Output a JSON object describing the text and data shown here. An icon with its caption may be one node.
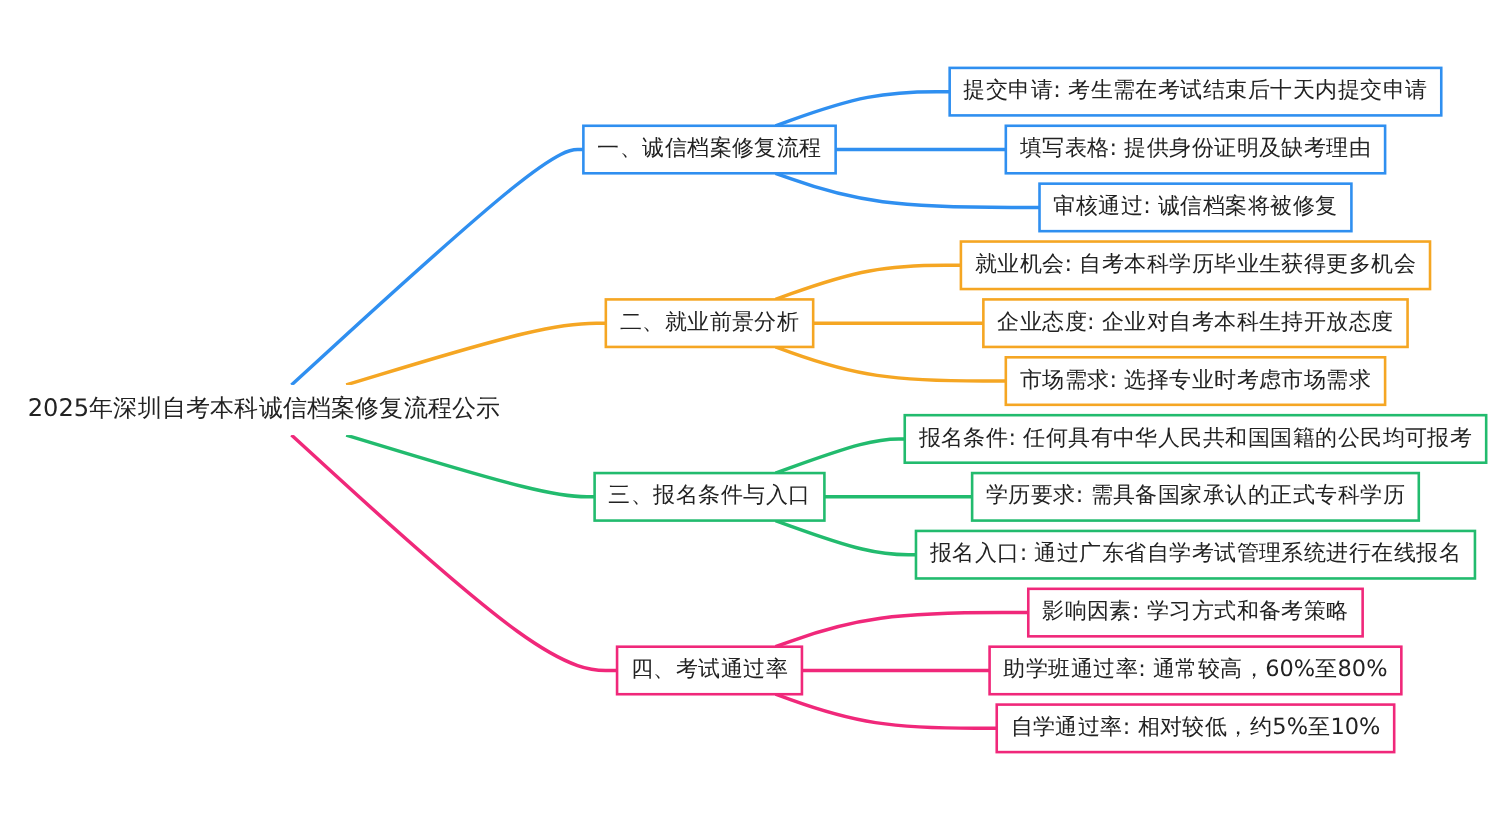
{
  "diagram": {
    "nodes": [
      {
        "text": [
          "2025年深圳自考本科诚信档案修复流程公示"
        ]
      },
      {
        "text": [
          "一、诚信档案修复流程"
        ]
      },
      {
        "text": [
          "提交申请: 考生需在考试结束后十天内提交申请"
        ]
      },
      {
        "text": [
          "填写表格: 提供身份证明及缺考理由"
        ]
      },
      {
        "text": [
          "审核通过: 诚信档案将被修复"
        ]
      },
      {
        "text": [
          "二、就业前景分析"
        ]
      },
      {
        "text": [
          "就业机会: 自考本科学历毕业生获得更多机会"
        ]
      },
      {
        "text": [
          "企业态度: 企业对自考本科生持开放态度"
        ]
      },
      {
        "text": [
          "市场需求: 选择专业时考虑市场需求"
        ]
      },
      {
        "text": [
          "三、报名条件与入口"
        ]
      },
      {
        "text": [
          "报名条件: 任何具有中华人民共和国国籍的公民均可报考"
        ]
      },
      {
        "text": [
          "学历要求: 需具备国家承认的正式专科学历"
        ]
      },
      {
        "text": [
          "报名入口: 通过广东省自学考试管理系统进行在线报名"
        ]
      },
      {
        "text": [
          "四、考试通过率"
        ]
      },
      {
        "text": [
          "影响因素: 学习方式和备考策略"
        ]
      },
      {
        "text": [
          "助学班通过率: 通常较高，60%至80%"
        ]
      },
      {
        "text": [
          "自学通过率: 相对较低，约5%至10%"
        ]
      }
    ],
    "edges": [
      {
        "from": 0,
        "to": 1,
        "arrow": "none",
        "color": "#2f8ff0"
      },
      {
        "from": 1,
        "to": 2,
        "arrow": "none",
        "color": "#2f8ff0"
      },
      {
        "from": 1,
        "to": 3,
        "arrow": "none",
        "color": "#2f8ff0"
      },
      {
        "from": 1,
        "to": 4,
        "arrow": "none",
        "color": "#2f8ff0"
      },
      {
        "from": 0,
        "to": 5,
        "arrow": "none",
        "color": "#f5a623"
      },
      {
        "from": 5,
        "to": 6,
        "arrow": "none",
        "color": "#f5a623"
      },
      {
        "from": 5,
        "to": 7,
        "arrow": "none",
        "color": "#f5a623"
      },
      {
        "from": 5,
        "to": 8,
        "arrow": "none",
        "color": "#f5a623"
      },
      {
        "from": 0,
        "to": 9,
        "arrow": "none",
        "color": "#22bb6e"
      },
      {
        "from": 9,
        "to": 10,
        "arrow": "none",
        "color": "#22bb6e"
      },
      {
        "from": 9,
        "to": 11,
        "arrow": "none",
        "color": "#22bb6e"
      },
      {
        "from": 9,
        "to": 12,
        "arrow": "none",
        "color": "#22bb6e"
      },
      {
        "from": 0,
        "to": 13,
        "arrow": "none",
        "color": "#f0287a"
      },
      {
        "from": 13,
        "to": 14,
        "arrow": "none",
        "color": "#f0287a"
      },
      {
        "from": 13,
        "to": 15,
        "arrow": "none",
        "color": "#f0287a"
      },
      {
        "from": 13,
        "to": 16,
        "arrow": "none",
        "color": "#f0287a"
      }
    ]
  }
}
